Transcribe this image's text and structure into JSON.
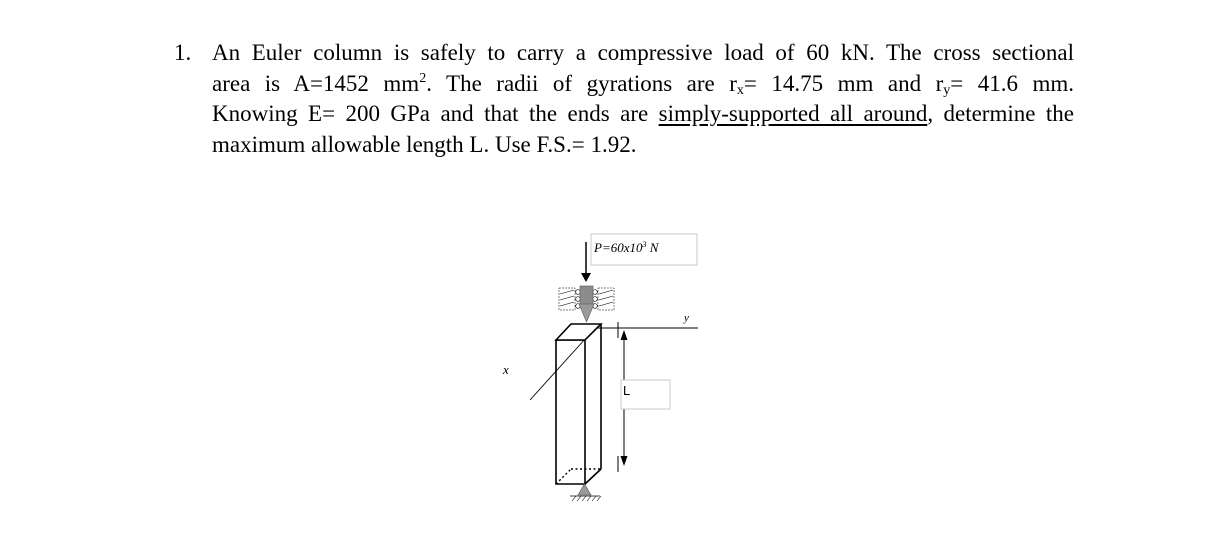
{
  "problem": {
    "number": "1.",
    "line1_pre": "An Euler column is safely to carry a compressive load of 60 kN. The cross sectional",
    "line2_a": "area is A=1452 mm",
    "line2_sup": "2",
    "line2_b": ". The radii of gyrations are r",
    "line2_sub_x": "x",
    "line2_c": "= 14.75 mm and r",
    "line2_sub_y": "y",
    "line2_d": "= 41.6 mm.",
    "line3_a": "Knowing E= 200 GPa and that the ends are ",
    "line3_underlined": "simply-supported all around",
    "line3_b": ", determine the",
    "line4": "maximum allowable length L. Use F.S.= 1.92."
  },
  "figure": {
    "load_label": "P=60x10",
    "load_label_exp": "3",
    "load_label_unit": " N",
    "axis_x": "x",
    "axis_y": "y",
    "length_label": "L"
  }
}
